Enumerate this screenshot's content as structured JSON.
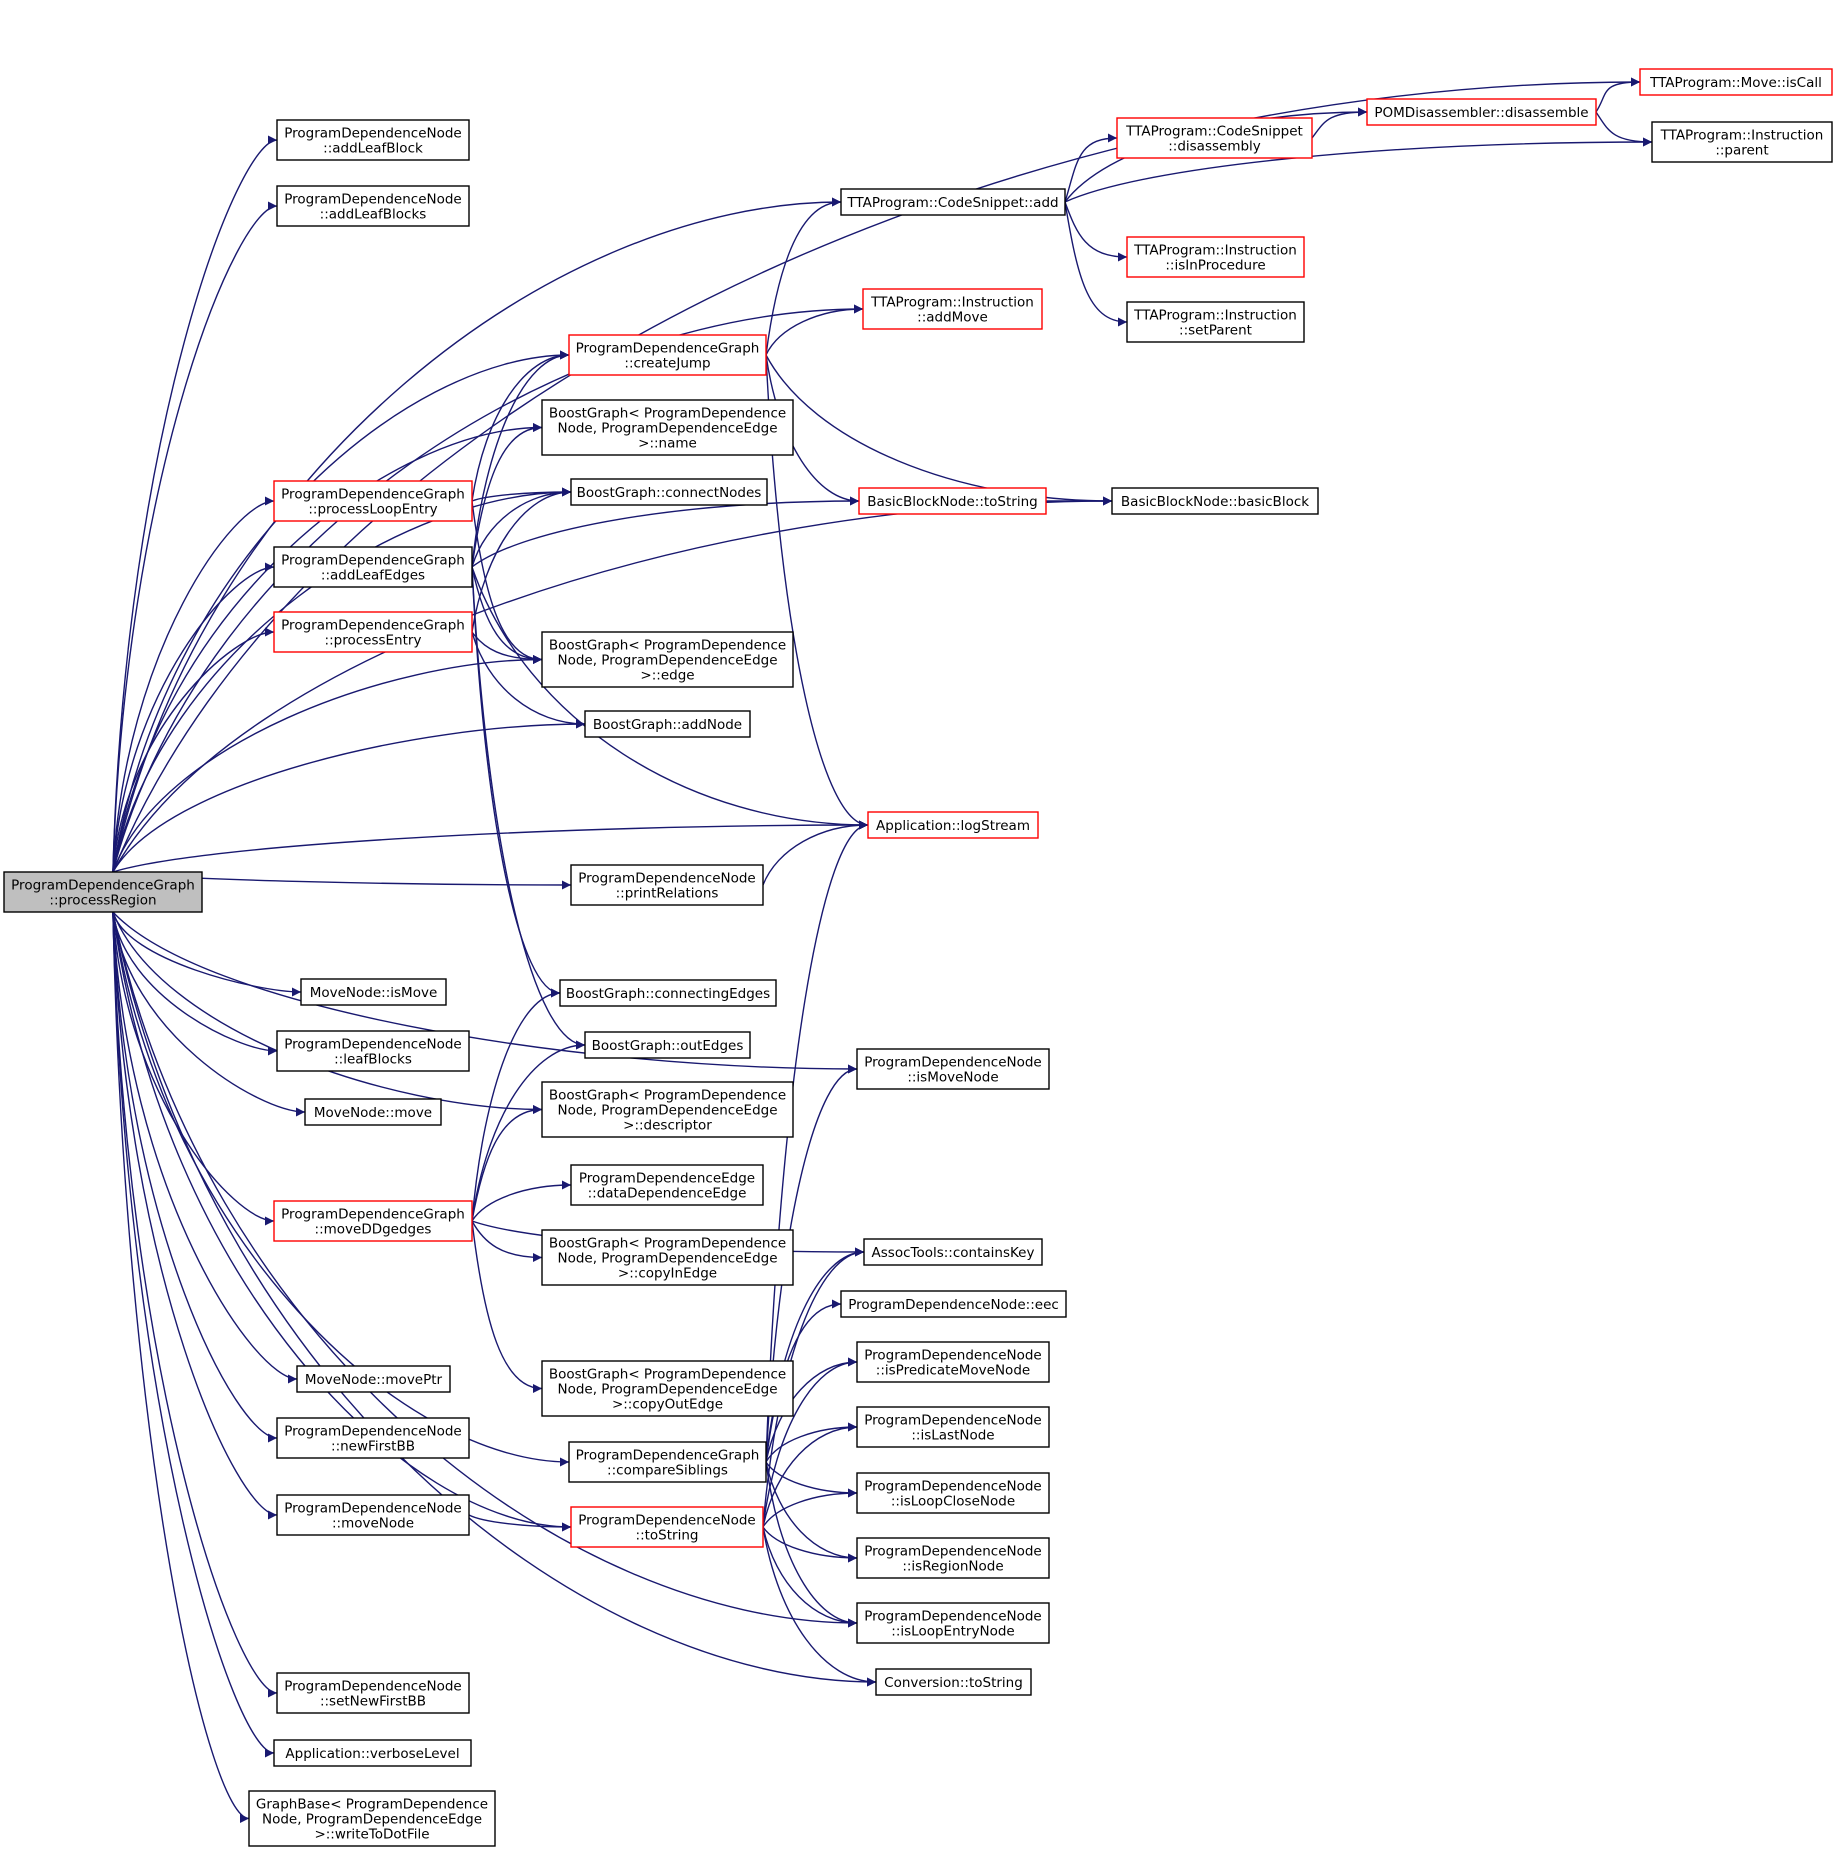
{
  "diagram": {
    "type": "call-graph",
    "colors": {
      "edge": "#191970",
      "border_normal": "#000000",
      "border_truncated": "#ff0000",
      "root_fill": "#bfbfbf"
    },
    "nodes": [
      {
        "id": "root",
        "lines": [
          "ProgramDependenceGraph",
          "::processRegion"
        ],
        "style": "root"
      },
      {
        "id": "addLeafBlock",
        "lines": [
          "ProgramDependenceNode",
          "::addLeafBlock"
        ],
        "style": "normal"
      },
      {
        "id": "addLeafBlocks",
        "lines": [
          "ProgramDependenceNode",
          "::addLeafBlocks"
        ],
        "style": "normal"
      },
      {
        "id": "processLoopEntry",
        "lines": [
          "ProgramDependenceGraph",
          "::processLoopEntry"
        ],
        "style": "red"
      },
      {
        "id": "addLeafEdges",
        "lines": [
          "ProgramDependenceGraph",
          "::addLeafEdges"
        ],
        "style": "normal"
      },
      {
        "id": "processEntry",
        "lines": [
          "ProgramDependenceGraph",
          "::processEntry"
        ],
        "style": "red"
      },
      {
        "id": "isMove",
        "lines": [
          "MoveNode::isMove"
        ],
        "style": "normal"
      },
      {
        "id": "leafBlocks",
        "lines": [
          "ProgramDependenceNode",
          "::leafBlocks"
        ],
        "style": "normal"
      },
      {
        "id": "move",
        "lines": [
          "MoveNode::move"
        ],
        "style": "normal"
      },
      {
        "id": "moveDDgedges",
        "lines": [
          "ProgramDependenceGraph",
          "::moveDDgedges"
        ],
        "style": "red"
      },
      {
        "id": "movePtr",
        "lines": [
          "MoveNode::movePtr"
        ],
        "style": "normal"
      },
      {
        "id": "newFirstBB",
        "lines": [
          "ProgramDependenceNode",
          "::newFirstBB"
        ],
        "style": "normal"
      },
      {
        "id": "moveNode",
        "lines": [
          "ProgramDependenceNode",
          "::moveNode"
        ],
        "style": "normal"
      },
      {
        "id": "setNewFirstBB",
        "lines": [
          "ProgramDependenceNode",
          "::setNewFirstBB"
        ],
        "style": "normal"
      },
      {
        "id": "verboseLevel",
        "lines": [
          "Application::verboseLevel"
        ],
        "style": "normal"
      },
      {
        "id": "writeToDotFile",
        "lines": [
          "GraphBase< ProgramDependence",
          "Node, ProgramDependenceEdge",
          ">::writeToDotFile"
        ],
        "style": "normal"
      },
      {
        "id": "createJump",
        "lines": [
          "ProgramDependenceGraph",
          "::createJump"
        ],
        "style": "red"
      },
      {
        "id": "bgName",
        "lines": [
          "BoostGraph< ProgramDependence",
          "Node, ProgramDependenceEdge",
          ">::name"
        ],
        "style": "normal"
      },
      {
        "id": "connectNodes",
        "lines": [
          "BoostGraph::connectNodes"
        ],
        "style": "normal"
      },
      {
        "id": "bgEdge",
        "lines": [
          "BoostGraph< ProgramDependence",
          "Node, ProgramDependenceEdge",
          ">::edge"
        ],
        "style": "normal"
      },
      {
        "id": "addNode",
        "lines": [
          "BoostGraph::addNode"
        ],
        "style": "normal"
      },
      {
        "id": "printRelations",
        "lines": [
          "ProgramDependenceNode",
          "::printRelations"
        ],
        "style": "normal"
      },
      {
        "id": "connectingEdges",
        "lines": [
          "BoostGraph::connectingEdges"
        ],
        "style": "normal"
      },
      {
        "id": "outEdges",
        "lines": [
          "BoostGraph::outEdges"
        ],
        "style": "normal"
      },
      {
        "id": "descriptor",
        "lines": [
          "BoostGraph< ProgramDependence",
          "Node, ProgramDependenceEdge",
          ">::descriptor"
        ],
        "style": "normal"
      },
      {
        "id": "dataDependenceEdge",
        "lines": [
          "ProgramDependenceEdge",
          "::dataDependenceEdge"
        ],
        "style": "normal"
      },
      {
        "id": "copyInEdge",
        "lines": [
          "BoostGraph< ProgramDependence",
          "Node, ProgramDependenceEdge",
          ">::copyInEdge"
        ],
        "style": "normal"
      },
      {
        "id": "copyOutEdge",
        "lines": [
          "BoostGraph< ProgramDependence",
          "Node, ProgramDependenceEdge",
          ">::copyOutEdge"
        ],
        "style": "normal"
      },
      {
        "id": "compareSiblings",
        "lines": [
          "ProgramDependenceGraph",
          "::compareSiblings"
        ],
        "style": "normal"
      },
      {
        "id": "pdnToString",
        "lines": [
          "ProgramDependenceNode",
          "::toString"
        ],
        "style": "red"
      },
      {
        "id": "csAdd",
        "lines": [
          "TTAProgram::CodeSnippet::add"
        ],
        "style": "normal"
      },
      {
        "id": "addMove",
        "lines": [
          "TTAProgram::Instruction",
          "::addMove"
        ],
        "style": "red"
      },
      {
        "id": "bbnToString",
        "lines": [
          "BasicBlockNode::toString"
        ],
        "style": "red"
      },
      {
        "id": "logStream",
        "lines": [
          "Application::logStream"
        ],
        "style": "red"
      },
      {
        "id": "isMoveNode",
        "lines": [
          "ProgramDependenceNode",
          "::isMoveNode"
        ],
        "style": "normal"
      },
      {
        "id": "containsKey",
        "lines": [
          "AssocTools::containsKey"
        ],
        "style": "normal"
      },
      {
        "id": "eec",
        "lines": [
          "ProgramDependenceNode::eec"
        ],
        "style": "normal"
      },
      {
        "id": "isPredicateMoveNode",
        "lines": [
          "ProgramDependenceNode",
          "::isPredicateMoveNode"
        ],
        "style": "normal"
      },
      {
        "id": "isLastNode",
        "lines": [
          "ProgramDependenceNode",
          "::isLastNode"
        ],
        "style": "normal"
      },
      {
        "id": "isLoopCloseNode",
        "lines": [
          "ProgramDependenceNode",
          "::isLoopCloseNode"
        ],
        "style": "normal"
      },
      {
        "id": "isRegionNode",
        "lines": [
          "ProgramDependenceNode",
          "::isRegionNode"
        ],
        "style": "normal"
      },
      {
        "id": "isLoopEntryNode",
        "lines": [
          "ProgramDependenceNode",
          "::isLoopEntryNode"
        ],
        "style": "normal"
      },
      {
        "id": "convToString",
        "lines": [
          "Conversion::toString"
        ],
        "style": "normal"
      },
      {
        "id": "csDisassembly",
        "lines": [
          "TTAProgram::CodeSnippet",
          "::disassembly"
        ],
        "style": "red"
      },
      {
        "id": "isInProcedure",
        "lines": [
          "TTAProgram::Instruction",
          "::isInProcedure"
        ],
        "style": "red"
      },
      {
        "id": "setParent",
        "lines": [
          "TTAProgram::Instruction",
          "::setParent"
        ],
        "style": "normal"
      },
      {
        "id": "basicBlock",
        "lines": [
          "BasicBlockNode::basicBlock"
        ],
        "style": "normal"
      },
      {
        "id": "pomDisassemble",
        "lines": [
          "POMDisassembler::disassemble"
        ],
        "style": "red"
      },
      {
        "id": "isCall",
        "lines": [
          "TTAProgram::Move::isCall"
        ],
        "style": "red"
      },
      {
        "id": "instrParent",
        "lines": [
          "TTAProgram::Instruction",
          "::parent"
        ],
        "style": "normal"
      }
    ],
    "edges": [
      [
        "root",
        "addLeafBlock"
      ],
      [
        "root",
        "addLeafBlocks"
      ],
      [
        "root",
        "processLoopEntry"
      ],
      [
        "root",
        "addLeafEdges"
      ],
      [
        "root",
        "processEntry"
      ],
      [
        "root",
        "isMove"
      ],
      [
        "root",
        "leafBlocks"
      ],
      [
        "root",
        "move"
      ],
      [
        "root",
        "moveDDgedges"
      ],
      [
        "root",
        "movePtr"
      ],
      [
        "root",
        "newFirstBB"
      ],
      [
        "root",
        "moveNode"
      ],
      [
        "root",
        "setNewFirstBB"
      ],
      [
        "root",
        "verboseLevel"
      ],
      [
        "root",
        "writeToDotFile"
      ],
      [
        "root",
        "isCall"
      ],
      [
        "root",
        "csAdd"
      ],
      [
        "root",
        "addMove"
      ],
      [
        "root",
        "createJump"
      ],
      [
        "root",
        "bgName"
      ],
      [
        "root",
        "connectNodes"
      ],
      [
        "root",
        "bgEdge"
      ],
      [
        "root",
        "addNode"
      ],
      [
        "root",
        "basicBlock"
      ],
      [
        "root",
        "logStream"
      ],
      [
        "root",
        "printRelations"
      ],
      [
        "root",
        "isMoveNode"
      ],
      [
        "root",
        "descriptor"
      ],
      [
        "root",
        "compareSiblings"
      ],
      [
        "root",
        "pdnToString"
      ],
      [
        "root",
        "isLoopEntryNode"
      ],
      [
        "root",
        "convToString"
      ],
      [
        "processLoopEntry",
        "createJump"
      ],
      [
        "processLoopEntry",
        "connectNodes"
      ],
      [
        "processLoopEntry",
        "bgEdge"
      ],
      [
        "addLeafEdges",
        "createJump"
      ],
      [
        "addLeafEdges",
        "bgName"
      ],
      [
        "addLeafEdges",
        "connectNodes"
      ],
      [
        "addLeafEdges",
        "bbnToString"
      ],
      [
        "addLeafEdges",
        "logStream"
      ],
      [
        "addLeafEdges",
        "bgEdge"
      ],
      [
        "addLeafEdges",
        "connectingEdges"
      ],
      [
        "addLeafEdges",
        "outEdges"
      ],
      [
        "processEntry",
        "connectNodes"
      ],
      [
        "processEntry",
        "bgEdge"
      ],
      [
        "processEntry",
        "addNode"
      ],
      [
        "moveDDgedges",
        "connectingEdges"
      ],
      [
        "moveDDgedges",
        "outEdges"
      ],
      [
        "moveDDgedges",
        "descriptor"
      ],
      [
        "moveDDgedges",
        "dataDependenceEdge"
      ],
      [
        "moveDDgedges",
        "copyInEdge"
      ],
      [
        "moveDDgedges",
        "copyOutEdge"
      ],
      [
        "moveDDgedges",
        "containsKey"
      ],
      [
        "moveNode",
        "pdnToString"
      ],
      [
        "createJump",
        "csAdd"
      ],
      [
        "createJump",
        "addMove"
      ],
      [
        "createJump",
        "bbnToString"
      ],
      [
        "createJump",
        "basicBlock"
      ],
      [
        "createJump",
        "logStream"
      ],
      [
        "printRelations",
        "logStream"
      ],
      [
        "compareSiblings",
        "logStream"
      ],
      [
        "compareSiblings",
        "isMoveNode"
      ],
      [
        "compareSiblings",
        "containsKey"
      ],
      [
        "compareSiblings",
        "eec"
      ],
      [
        "compareSiblings",
        "isPredicateMoveNode"
      ],
      [
        "compareSiblings",
        "isLastNode"
      ],
      [
        "compareSiblings",
        "isLoopCloseNode"
      ],
      [
        "compareSiblings",
        "isRegionNode"
      ],
      [
        "compareSiblings",
        "isLoopEntryNode"
      ],
      [
        "pdnToString",
        "isPredicateMoveNode"
      ],
      [
        "pdnToString",
        "isLastNode"
      ],
      [
        "pdnToString",
        "isLoopCloseNode"
      ],
      [
        "pdnToString",
        "isRegionNode"
      ],
      [
        "pdnToString",
        "isLoopEntryNode"
      ],
      [
        "pdnToString",
        "convToString"
      ],
      [
        "pdnToString",
        "containsKey"
      ],
      [
        "csAdd",
        "pomDisassemble"
      ],
      [
        "csAdd",
        "csDisassembly"
      ],
      [
        "csAdd",
        "instrParent"
      ],
      [
        "csAdd",
        "isInProcedure"
      ],
      [
        "csAdd",
        "setParent"
      ],
      [
        "csDisassembly",
        "pomDisassemble"
      ],
      [
        "pomDisassemble",
        "isCall"
      ],
      [
        "pomDisassemble",
        "instrParent"
      ],
      [
        "bbnToString",
        "basicBlock"
      ]
    ]
  }
}
